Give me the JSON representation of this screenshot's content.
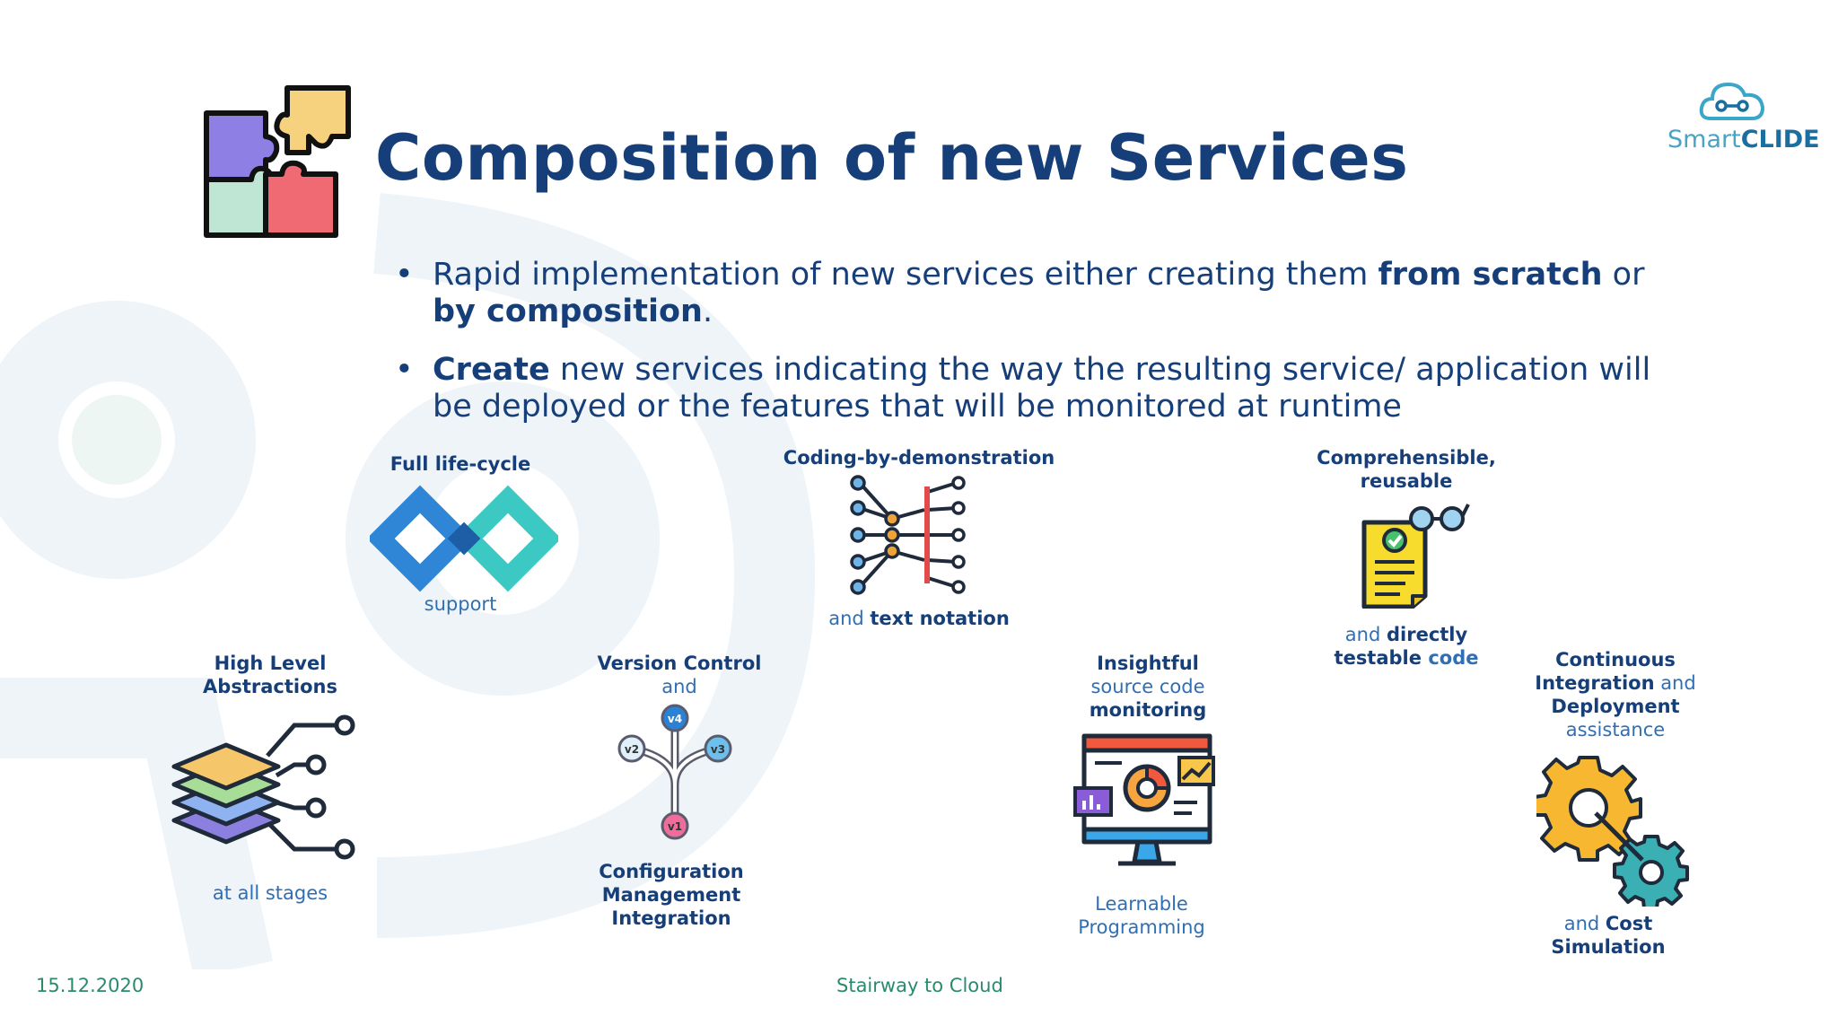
{
  "slide": {
    "title": "Composition of new Services",
    "logo": {
      "part1": "Smart",
      "part2": "CLIDE"
    },
    "bullets": [
      {
        "marker": "•",
        "t1": "Rapid implementation of new services either creating them ",
        "b1": "from scratch",
        "t2": " or ",
        "b2": "by composition",
        "t3": "."
      },
      {
        "marker": "•",
        "b1": "Create",
        "t1": " new services indicating the way the resulting service/ application will be deployed or the features that will be monitored at runtime"
      }
    ],
    "features": {
      "lifecycle": {
        "top": "Full life-cycle",
        "bottom": "support"
      },
      "coding": {
        "top": "Coding-by-demonstration",
        "bottom_light": "and ",
        "bottom_strong": "text notation"
      },
      "comprehensible": {
        "top1": "Comprehensible,",
        "top2": "reusable",
        "b_light1": "and ",
        "b_strong1": "directly",
        "b_strong2": "testable ",
        "b_light2": "code"
      },
      "abstractions": {
        "top1": "High Level",
        "top2": "Abstractions",
        "bottom": "at all stages"
      },
      "version": {
        "top1": "Version Control",
        "top2": "and",
        "bottom1": "Configuration",
        "bottom2": "Management",
        "bottom3": "Integration"
      },
      "insightful": {
        "top1": "Insightful",
        "top2": "source code",
        "top3": "monitoring",
        "bottom1": "Learnable",
        "bottom2": "Programming"
      },
      "ci": {
        "top1": "Continuous",
        "top2_strong": "Integration",
        "top2_light": " and",
        "top3": "Deployment",
        "top4": "assistance",
        "bottom_light": "and ",
        "bottom_strong": "Cost",
        "bottom2": "Simulation"
      }
    },
    "version_labels": {
      "v1": "v1",
      "v2": "v2",
      "v3": "v3",
      "v4": "v4"
    },
    "footer": {
      "date": "15.12.2020",
      "center": "Stairway to Cloud"
    },
    "colors": {
      "title": "#163f7a",
      "accent_blue": "#2f6fb5",
      "footer_green": "#2a8a6e"
    },
    "icons": [
      "puzzle-icon",
      "smartclide-cloud-icon",
      "infinity-devops-icon",
      "neural-network-icon",
      "document-glasses-icon",
      "layers-network-icon",
      "version-branch-icon",
      "monitor-dashboard-icon",
      "gears-icon"
    ]
  }
}
